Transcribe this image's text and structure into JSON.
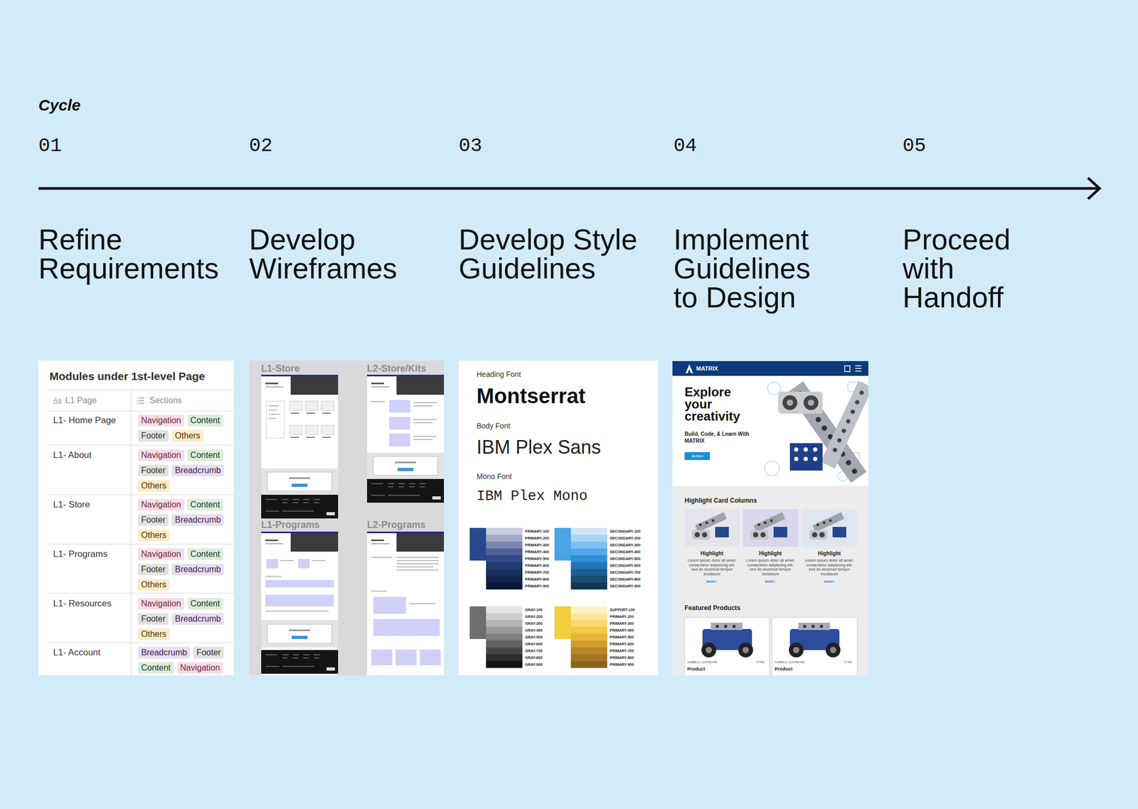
{
  "diagram": {
    "title": "Cycle",
    "labels": [
      "01",
      "02",
      "03",
      "04",
      "05",
      "Refine Requirements",
      "Develop Wireframes",
      "Develop Style Guidelines",
      "Implement Guidelines to Design",
      "Proceed with Handoff",
      "Modules under 1st-level Page",
      "Aa",
      "L1 Page",
      "Sections",
      "L1- Home Page",
      "Navigation",
      "Content",
      "Footer",
      "Others",
      "L1- About",
      "Navigation",
      "Content",
      "Footer",
      "Breadcrumb",
      "Others",
      "L1- Store",
      "Navigation",
      "Content",
      "Footer",
      "Breadcrumb",
      "Others",
      "L1- Programs",
      "Navigation",
      "Content",
      "Footer",
      "Breadcrumb",
      "Others",
      "L1- Resources",
      "Navigation",
      "Content",
      "Footer",
      "Breadcrumb",
      "Others",
      "L1- Account",
      "Breadcrumb",
      "Footer",
      "Content",
      "Navigation",
      "L1-Store",
      "L2-Store/Kits",
      "L1-Programs",
      "L2-Programs",
      "Heading Font",
      "Montserrat",
      "Body Font",
      "IBM Plex Sans",
      "Mono Font",
      "IBM Plex Mono",
      "PRIMARY-100",
      "PRIMARY-200",
      "PRIMARY-300",
      "PRIMARY-400",
      "PRIMARY-500",
      "PRIMARY-600",
      "PRIMARY-700",
      "PRIMARY-800",
      "PRIMARY-900",
      "SECONDARY-100",
      "SECONDARY-200",
      "SECONDARY-300",
      "SECONDARY-400",
      "SECONDARY-500",
      "SECONDARY-600",
      "SECONDARY-700",
      "SECONDARY-800",
      "SECONDARY-900",
      "GRAY-100",
      "GRAY-200",
      "GRAY-300",
      "GRAY-400",
      "GRAY-500",
      "GRAY-600",
      "GRAY-700",
      "GRAY-800",
      "GRAY-900",
      "SUPPORT-100",
      "PRIMARY-200",
      "PRIMARY-300",
      "PRIMARY-400",
      "PRIMARY-500",
      "PRIMARY-600",
      "PRIMARY-700",
      "PRIMARY-800",
      "PRIMARY-900",
      "MATRIX",
      "Explore your creativity",
      "Build, Code, & Learn With MATRIX",
      "Action",
      "Highlight Card Columns",
      "Highlight",
      "Lorem ipsum dolor sit amet, consectetur adipiscing elit, sed do eiusmod tempor incididunt",
      "MORE ›",
      "Highlight",
      "Lorem ipsum dolor sit amet, consectetur adipiscing elit, sed do eiusmod tempor incididunt",
      "MORE ›",
      "Highlight",
      "Lorem ipsum dolor sit amet, consectetur adipiscing elit, sed do eiusmod tempor incididunt",
      "MORE ›",
      "Featured Products",
      "AABBCC-123456789",
      "TYPE",
      "Product",
      "AABBCC-123456789",
      "TYPE",
      "Product"
    ]
  }
}
